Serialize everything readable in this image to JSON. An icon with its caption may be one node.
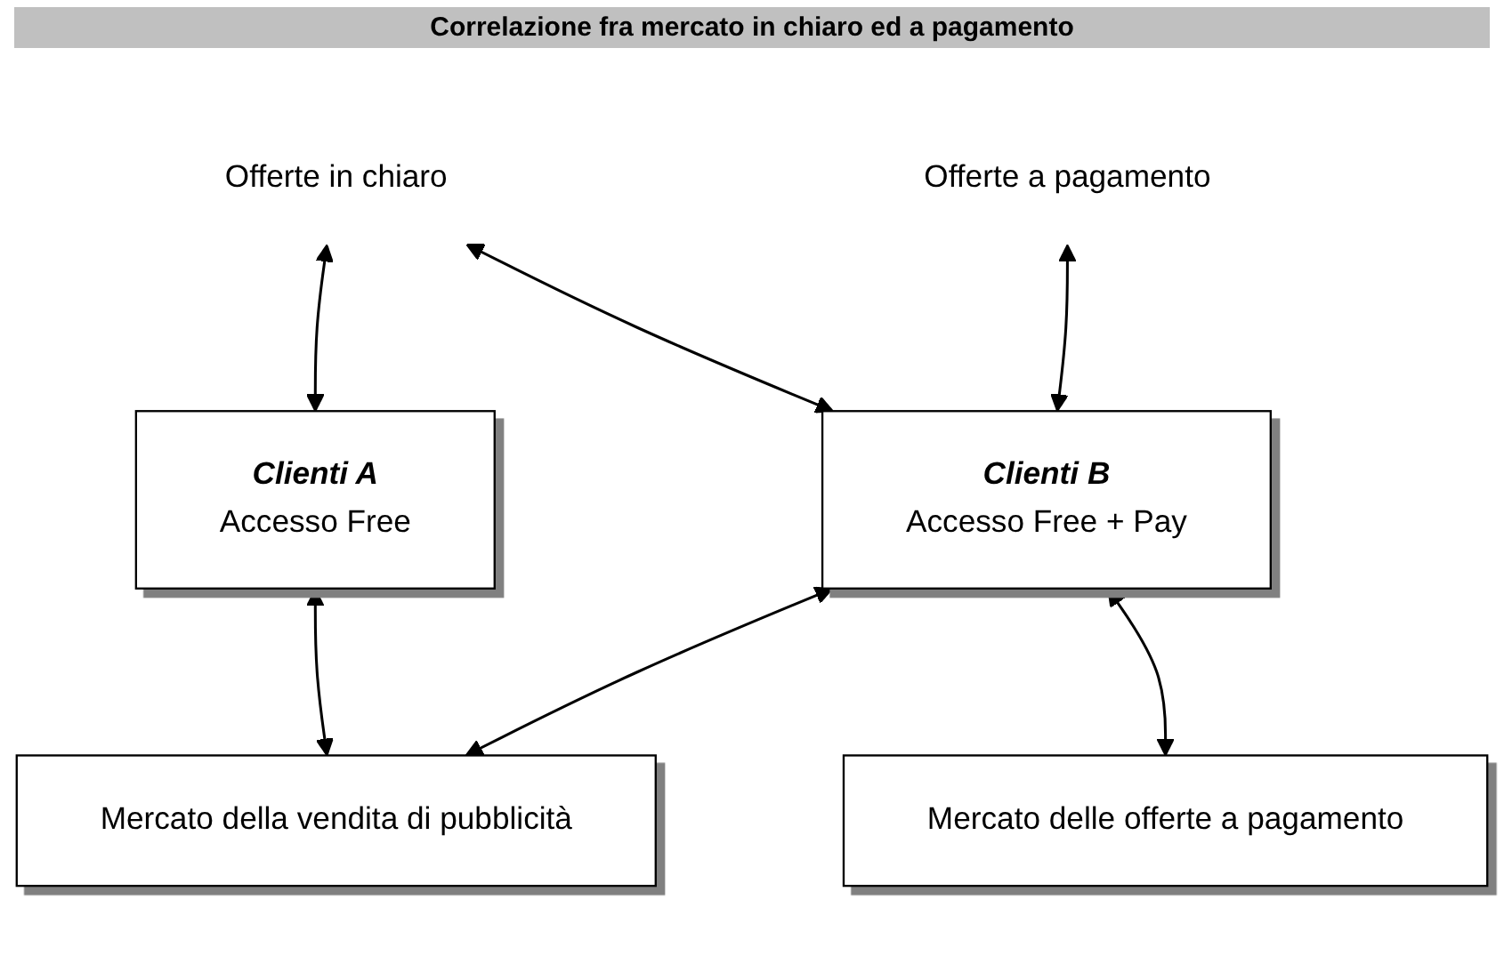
{
  "diagram": {
    "title": "Correlazione fra mercato in chiaro ed a pagamento",
    "nodes": [
      {
        "text": [
          "Offerte in chiaro"
        ]
      },
      {
        "text": [
          "Offerte a pagamento"
        ]
      },
      {
        "text": [
          "Clienti A",
          "Accesso Free"
        ]
      },
      {
        "text": [
          "Clienti B",
          "Accesso Free + Pay"
        ]
      },
      {
        "text": [
          "Mercato della vendita di pubblicità"
        ]
      },
      {
        "text": [
          "Mercato delle offerte a pagamento"
        ]
      }
    ],
    "edges": [
      {
        "from": 0,
        "to": 2,
        "arrow": "both"
      },
      {
        "from": 0,
        "to": 3,
        "arrow": "both"
      },
      {
        "from": 1,
        "to": 3,
        "arrow": "both"
      },
      {
        "from": 2,
        "to": 4,
        "arrow": "both"
      },
      {
        "from": 3,
        "to": 4,
        "arrow": "both"
      },
      {
        "from": 3,
        "to": 5,
        "arrow": "both"
      }
    ]
  }
}
